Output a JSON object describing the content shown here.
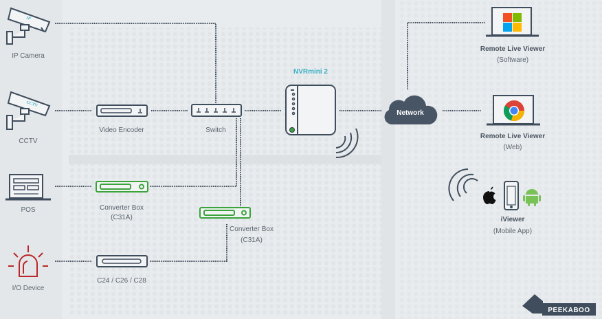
{
  "colors": {
    "stroke": "#3f4d5c",
    "green": "#3aa33a",
    "red": "#b82a2a",
    "teal": "#3bb0c4",
    "cloud": "#475565",
    "background": "#e9ecee"
  },
  "devices": {
    "ip_camera": {
      "label": "IP Camera",
      "badge": "IP"
    },
    "cctv": {
      "label": "CCTV",
      "badge": "CCTV"
    },
    "pos": {
      "label": "POS"
    },
    "io_device": {
      "label": "I/O Device"
    },
    "video_encoder": {
      "label": "Video Encoder"
    },
    "converter_box_1": {
      "label": "Converter Box",
      "sub": "(C31A)"
    },
    "converter_box_2": {
      "label": "Converter Box",
      "sub": "(C31A)"
    },
    "c24": {
      "label": "C24 / C26 / C28"
    },
    "switch": {
      "label": "Switch"
    },
    "nvr": {
      "label": "NVRmini 2"
    },
    "network": {
      "label": "Network"
    },
    "remote_software": {
      "label": "Remote Live Viewer",
      "sub": "(Software)"
    },
    "remote_web": {
      "label": "Remote Live Viewer",
      "sub": "(Web)"
    },
    "iviewer": {
      "label": "iViewer",
      "sub": "(Mobile App)"
    }
  },
  "brand": {
    "logo_text": "PEEKABOO"
  }
}
